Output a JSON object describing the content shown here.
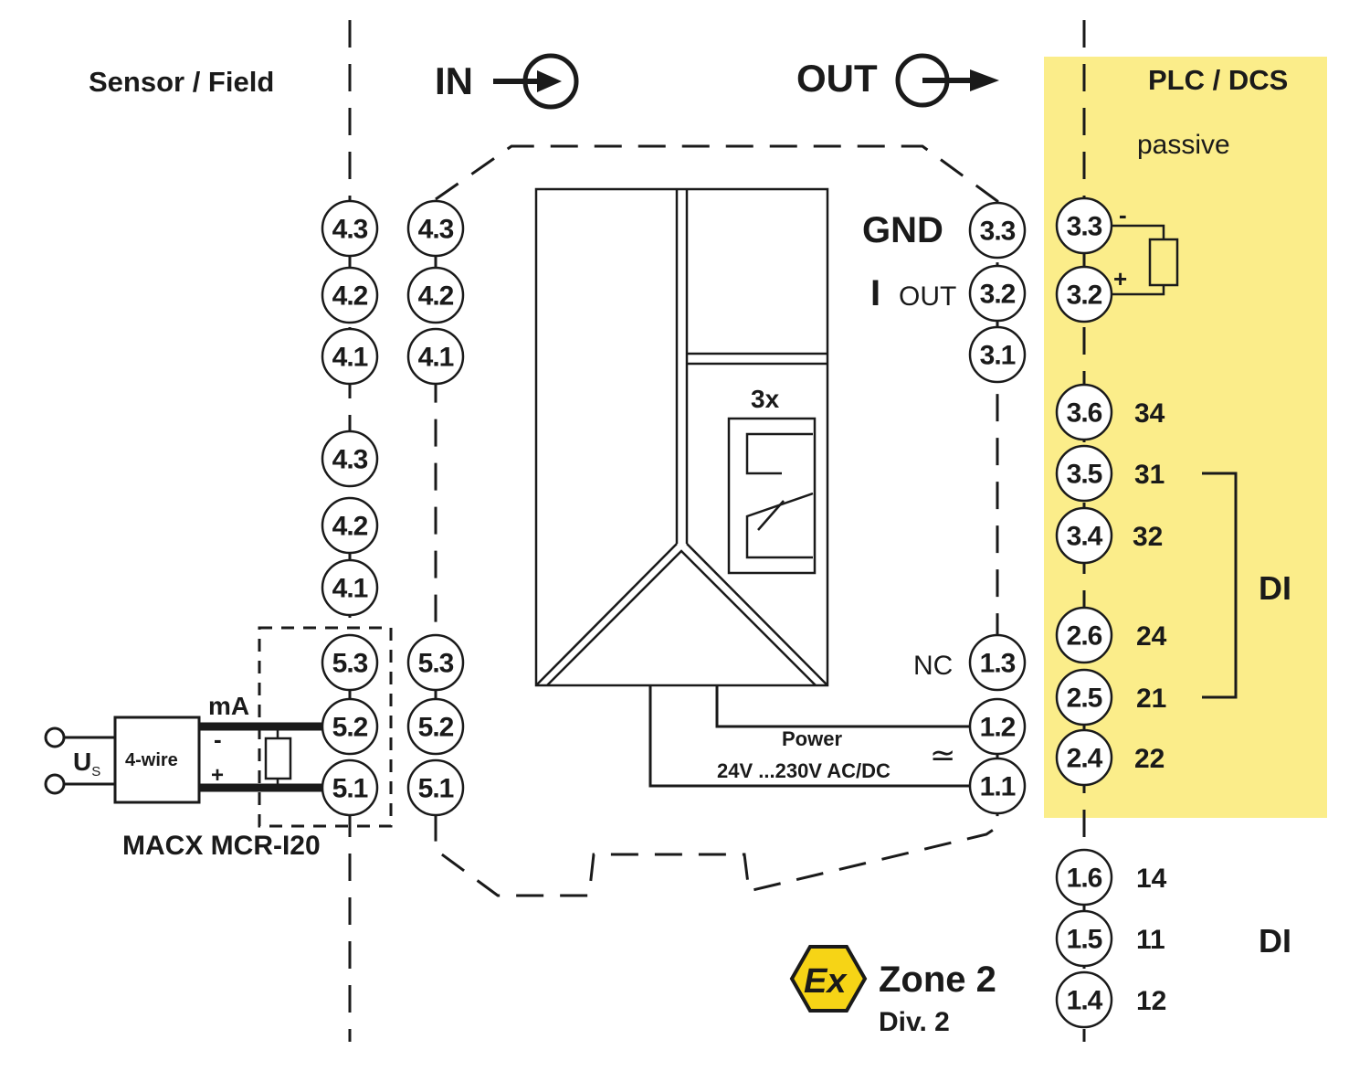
{
  "colors": {
    "plc_zone": "#fbed8a",
    "ink": "#1a1a1a",
    "ex_badge": "#f6d416"
  },
  "labels": {
    "sensor_field": "Sensor / Field",
    "in": "IN",
    "out": "OUT",
    "plc_dcs": "PLC / DCS",
    "passive": "passive",
    "gnd": "GND",
    "i_symbol": "I",
    "i_out": "OUT",
    "relay_count": "3x",
    "nc": "NC",
    "power": "Power",
    "power_range": "24V ...230V AC/DC",
    "ac_dc_symbol": "≃",
    "ma": "mA",
    "four_wire": "4-wire",
    "us_main": "U",
    "us_sub": "S",
    "minus": "-",
    "plus": "+",
    "product": "MACX MCR-I20",
    "di_upper": "DI",
    "di_lower": "DI",
    "zone": "Zone 2",
    "div": "Div. 2",
    "ex_symbol": "Ex"
  },
  "terminals": {
    "sensor_col": [
      "4.3",
      "4.2",
      "4.1",
      "4.3",
      "4.2",
      "4.1",
      "5.3",
      "5.2",
      "5.1"
    ],
    "in_col": [
      "4.3",
      "4.2",
      "4.1",
      "5.3",
      "5.2",
      "5.1"
    ],
    "out_col": [
      "3.3",
      "3.2",
      "3.1",
      "1.3",
      "1.2",
      "1.1"
    ],
    "plc_col": [
      "3.3",
      "3.2",
      "3.6",
      "3.5",
      "3.4",
      "2.6",
      "2.5",
      "2.4",
      "1.6",
      "1.5",
      "1.4"
    ]
  },
  "contact_numbers": [
    "34",
    "31",
    "32",
    "24",
    "21",
    "22",
    "14",
    "11",
    "12"
  ]
}
